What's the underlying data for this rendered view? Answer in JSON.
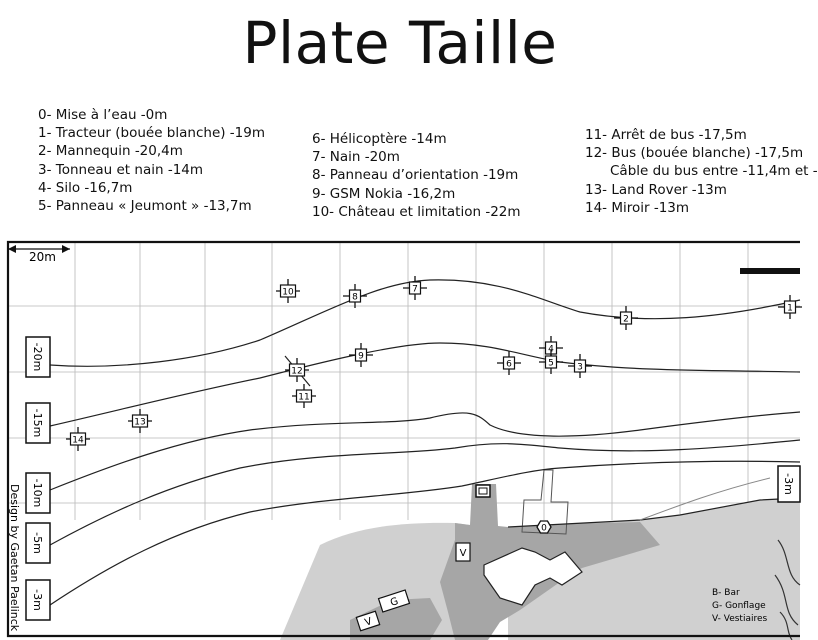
{
  "title": "Plate Taille",
  "legend": {
    "column1": [
      "0- Mise à l’eau -0m",
      "1- Tracteur (bouée blanche) -19m",
      "2- Mannequin -20,4m",
      "3- Tonneau et nain -14m",
      "4- Silo -16,7m",
      "5- Panneau « Jeumont » -13,7m"
    ],
    "column2": [
      "6- Hélicoptère  -14m",
      "7- Nain -20m",
      "8- Panneau d’orientation -19m",
      "9- GSM Nokia -16,2m",
      "10- Château et limitation -22m"
    ],
    "column3": [
      "11- Arrêt de bus -17,5m",
      "12- Bus (bouée blanche) -17,5m",
      "Câble du bus entre -11,4m et -",
      "13- Land Rover -13m",
      "14- Miroir -13m"
    ]
  },
  "map": {
    "scale_label": "20m",
    "depth_labels": [
      "-20m",
      "-15m",
      "-10m",
      "-5m",
      "-3m"
    ],
    "right_depth_label": "-3m",
    "credit": "Design by Gaetan Paelinck",
    "markers": [
      "0",
      "1",
      "2",
      "3",
      "4",
      "5",
      "6",
      "7",
      "8",
      "9",
      "10",
      "11",
      "12",
      "13",
      "14"
    ],
    "buildings": [
      "V",
      "G",
      "V"
    ],
    "building_legend": [
      "B- Bar",
      "G- Gonflage",
      "V- Vestiaires"
    ],
    "colors": {
      "land_dark": "#a6a6a6",
      "land_light": "#d0d0d0",
      "grid": "#b8b8b8",
      "lines": "#222222"
    }
  }
}
